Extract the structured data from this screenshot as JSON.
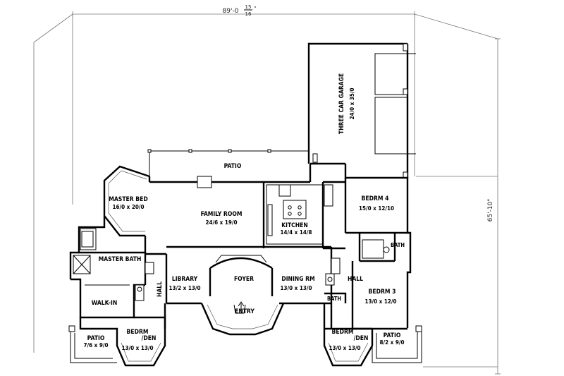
{
  "dimensions": {
    "width": "89'-0",
    "width_frac_num": "15",
    "width_frac_den": "16",
    "width_unit": "\"",
    "depth": "65'-10\""
  },
  "rooms": {
    "garage": {
      "name": "THREE CAR GARAGE",
      "size": "24/0 x 35/0"
    },
    "patio_top": {
      "name": "PATIO"
    },
    "master_bed": {
      "name": "MASTER BED",
      "size": "16/0 x 20/0"
    },
    "family_room": {
      "name": "FAMILY ROOM",
      "size": "24/6 x 19/0"
    },
    "kitchen": {
      "name": "KITCHEN",
      "size": "14/4 x 14/8"
    },
    "bedrm4": {
      "name": "BEDRM 4",
      "size": "15/0 x 12/10"
    },
    "bath_right": {
      "name": "BATH"
    },
    "master_bath": {
      "name": "MASTER BATH"
    },
    "library": {
      "name": "LIBRARY",
      "size": "13/2 x 13/0"
    },
    "foyer": {
      "name": "FOYER"
    },
    "dining": {
      "name": "DINING RM",
      "size": "13/0 x 13/0"
    },
    "hall_left": {
      "name": "HALL"
    },
    "hall_right": {
      "name": "HALL"
    },
    "bedrm3": {
      "name": "BEDRM 3",
      "size": "13/0 x 12/0"
    },
    "walk_in": {
      "name": "WALK-IN"
    },
    "entry": {
      "name": "ENTRY"
    },
    "bath_center": {
      "name": "BATH"
    },
    "patio_left": {
      "name": "PATIO",
      "size": "7/6 x 9/0"
    },
    "bedrm_den_left": {
      "name": "BEDRM /DEN",
      "line1": "BEDRM",
      "line2": "/DEN",
      "size": "13/0 x 13/0"
    },
    "bedrm_den_right": {
      "name": "BEDRM /DEN",
      "line1": "BEDRM",
      "line2": "/DEN",
      "size": "13/0 x 13/0"
    },
    "patio_right": {
      "name": "PATIO",
      "size": "8/2 x 9/0"
    }
  }
}
